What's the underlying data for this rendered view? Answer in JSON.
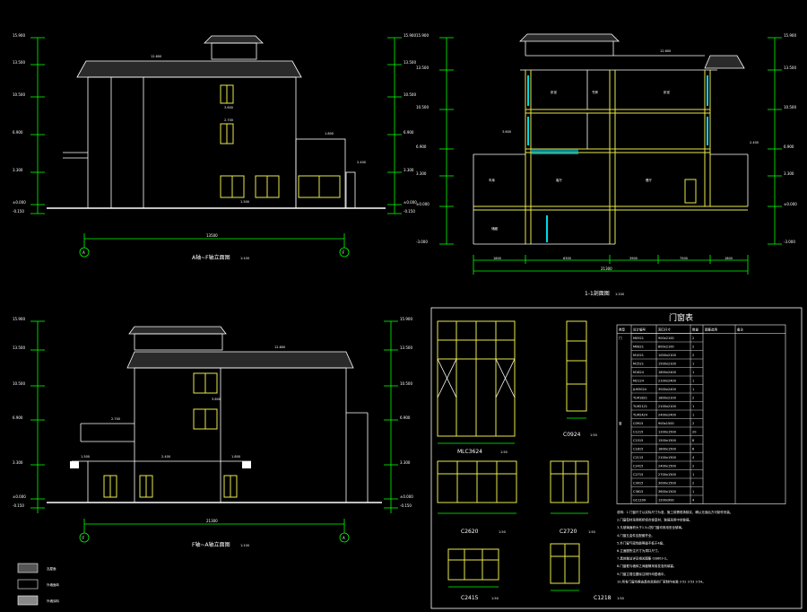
{
  "drawing_a": {
    "title": "A轴~F轴立面图",
    "scale": "1:100",
    "axis_left": "A",
    "axis_right": "F",
    "overall_dim": "13500",
    "levels_left": [
      "15.900",
      "13.500",
      "10.500",
      "6.900",
      "3.300",
      "±0.000",
      "-0.150"
    ],
    "levels_right": [
      "15.900",
      "13.500",
      "10.500",
      "6.900",
      "3.300",
      "±0.000",
      "-0.150"
    ],
    "tags": [
      "12.600",
      "3.600",
      "2.700",
      "2.400",
      "1.800",
      "1.500"
    ]
  },
  "drawing_b": {
    "title": "1-1剖面图",
    "scale": "1:100",
    "overall_dim": "21300",
    "bottom_dims": [
      "1800",
      "6300",
      "3900",
      "7500",
      "1800"
    ],
    "room_labels": [
      "卧室",
      "书房",
      "卧室",
      "客厅",
      "餐厅",
      "车库",
      "储藏"
    ],
    "levels_left": [
      "15.900",
      "13.500",
      "10.500",
      "6.900",
      "3.300",
      "±0.000",
      "-3.000"
    ],
    "levels_right": [
      "15.900",
      "13.500",
      "10.500",
      "6.900",
      "3.300",
      "±0.000",
      "-3.000"
    ],
    "tags": [
      "12.600",
      "3.600",
      "2.400"
    ]
  },
  "drawing_c": {
    "title": "F轴~A轴立面图",
    "scale": "1:100",
    "axis_left": "F",
    "axis_right": "A",
    "overall_dim": "21300",
    "levels_left": [
      "15.900",
      "13.500",
      "10.500",
      "6.900",
      "3.300",
      "±0.000",
      "-0.150"
    ],
    "levels_right": [
      "15.900",
      "13.500",
      "10.500",
      "6.900",
      "3.300",
      "±0.000",
      "-0.150"
    ],
    "tags": [
      "12.600",
      "3.600",
      "2.700",
      "2.400",
      "1.800",
      "1.500"
    ]
  },
  "door_window_table": {
    "title": "门窗表",
    "headers": [
      "类型",
      "设计编号",
      "洞口尺寸",
      "数量",
      "图集选用",
      "备注"
    ],
    "rows": [
      [
        "门",
        "M0921",
        "900x2100",
        "2",
        "",
        ""
      ],
      [
        "",
        "M0821",
        "800x2100",
        "2",
        "",
        ""
      ],
      [
        "",
        "M1021",
        "1000x2100",
        "2",
        "",
        ""
      ],
      [
        "",
        "M1521",
        "1500x2100",
        "1",
        "",
        ""
      ],
      [
        "",
        "M1824",
        "1800x2400",
        "1",
        "",
        ""
      ],
      [
        "",
        "M2124",
        "2100x2400",
        "1",
        "",
        ""
      ],
      [
        "",
        "JLM3024",
        "3000x2400",
        "1",
        "",
        ""
      ],
      [
        "",
        "TLM1821",
        "1800x2100",
        "2",
        "",
        ""
      ],
      [
        "",
        "TLM2121",
        "2100x2100",
        "1",
        "",
        ""
      ],
      [
        "",
        "TLM2424",
        "2400x2400",
        "1",
        "",
        ""
      ],
      [
        "窗",
        "C0915",
        "900x1500",
        "2",
        "",
        ""
      ],
      [
        "",
        "C1215",
        "1200x1500",
        "20",
        "",
        ""
      ],
      [
        "",
        "C1515",
        "1500x1500",
        "8",
        "",
        ""
      ],
      [
        "",
        "C1815",
        "1800x1500",
        "6",
        "",
        ""
      ],
      [
        "",
        "C2115",
        "2100x1500",
        "4",
        "",
        ""
      ],
      [
        "",
        "C2415",
        "2400x1500",
        "2",
        "",
        ""
      ],
      [
        "",
        "C2715",
        "2700x1500",
        "1",
        "",
        ""
      ],
      [
        "",
        "C3015",
        "3000x1500",
        "2",
        "",
        ""
      ],
      [
        "",
        "C3615",
        "3600x1500",
        "1",
        "",
        ""
      ],
      [
        "",
        "GC1209",
        "1200x900",
        "4",
        "",
        ""
      ]
    ]
  },
  "elevations": [
    {
      "label": "MLC3624",
      "scale": "1:50"
    },
    {
      "label": "C0924",
      "scale": "1:50"
    },
    {
      "label": "C2620",
      "scale": "1:50"
    },
    {
      "label": "C2720",
      "scale": "1:50"
    },
    {
      "label": "C2415",
      "scale": "1:50"
    },
    {
      "label": "C1218",
      "scale": "1:50"
    }
  ],
  "notes": [
    "说明：1.门窗尺寸以实际尺寸为准，施工前需现场核实，确认无误后方可制作安装。",
    "2.门窗型材采用断桥铝合金型材，玻璃采用中空玻璃。",
    "3.凡玻璃面积大于1.5㎡的门窗均采用安全玻璃。",
    "4.门窗五金件应配套齐全。",
    "5.外门窗气密性能等级不低于4级。",
    "6.立面图所注尺寸为洞口尺寸。",
    "7.具体做法详见相关图集 03J603-2。",
    "8.门窗框与墙体之间缝隙采用发泡剂填塞。",
    "9.门窗立樘位置除注明外均居墙中。",
    "10.所有门窗均需由具有资质的厂家制作安装 3·52 3·53 3·54。"
  ],
  "legend": [
    "瓦屋面",
    "外墙面砖",
    "外墙涂料"
  ],
  "colors": {
    "green": "#00ff00",
    "white": "#ffffff",
    "yellow": "#e8e84a",
    "cyan": "#00d8e8",
    "background": "#000000"
  }
}
